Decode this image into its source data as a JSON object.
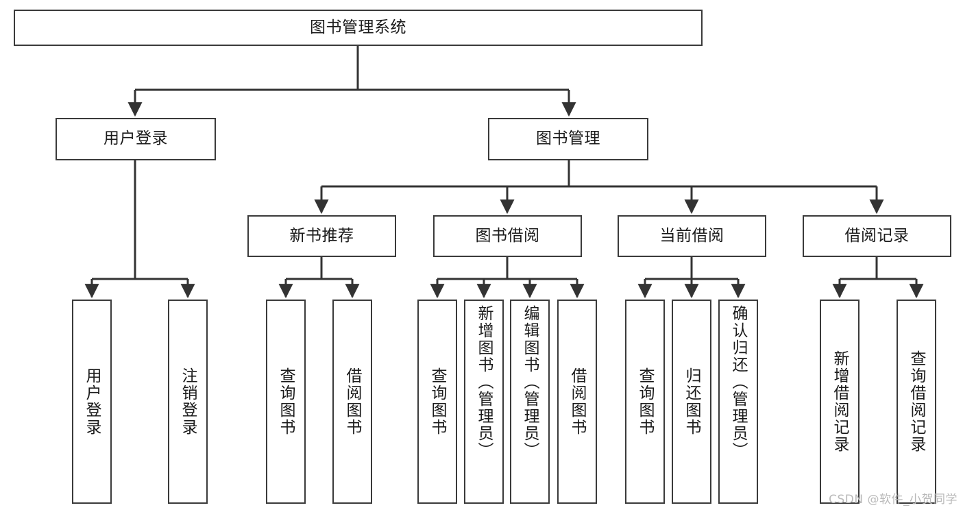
{
  "diagram": {
    "title": "图书管理系统",
    "type": "hierarchy-tree",
    "watermark": "CSDN @软件_小贺同学",
    "colors": {
      "box_border": "#3a3a3a",
      "box_fill": "#ffffff",
      "edge": "#333333",
      "text": "#1b1b1b",
      "watermark": "#b9b9b9",
      "background": "#ffffff"
    },
    "root": {
      "label": "图书管理系统"
    },
    "level2": [
      {
        "label": "用户登录"
      },
      {
        "label": "图书管理"
      }
    ],
    "level3": [
      {
        "label": "新书推荐"
      },
      {
        "label": "图书借阅"
      },
      {
        "label": "当前借阅"
      },
      {
        "label": "借阅记录"
      }
    ],
    "leaves": {
      "user_login": [
        {
          "label": "用户登录"
        },
        {
          "label": "注销登录"
        }
      ],
      "new_book_recommend": [
        {
          "label": "查询图书"
        },
        {
          "label": "借阅图书"
        }
      ],
      "book_borrow": [
        {
          "label": "查询图书"
        },
        {
          "label": "新增图书（管理员）"
        },
        {
          "label": "编辑图书（管理员）"
        },
        {
          "label": "借阅图书"
        }
      ],
      "current_borrow": [
        {
          "label": "查询图书"
        },
        {
          "label": "归还图书"
        },
        {
          "label": "确认归还（管理员）"
        }
      ],
      "borrow_record": [
        {
          "label": "新增借阅记录"
        },
        {
          "label": "查询借阅记录"
        }
      ]
    }
  }
}
